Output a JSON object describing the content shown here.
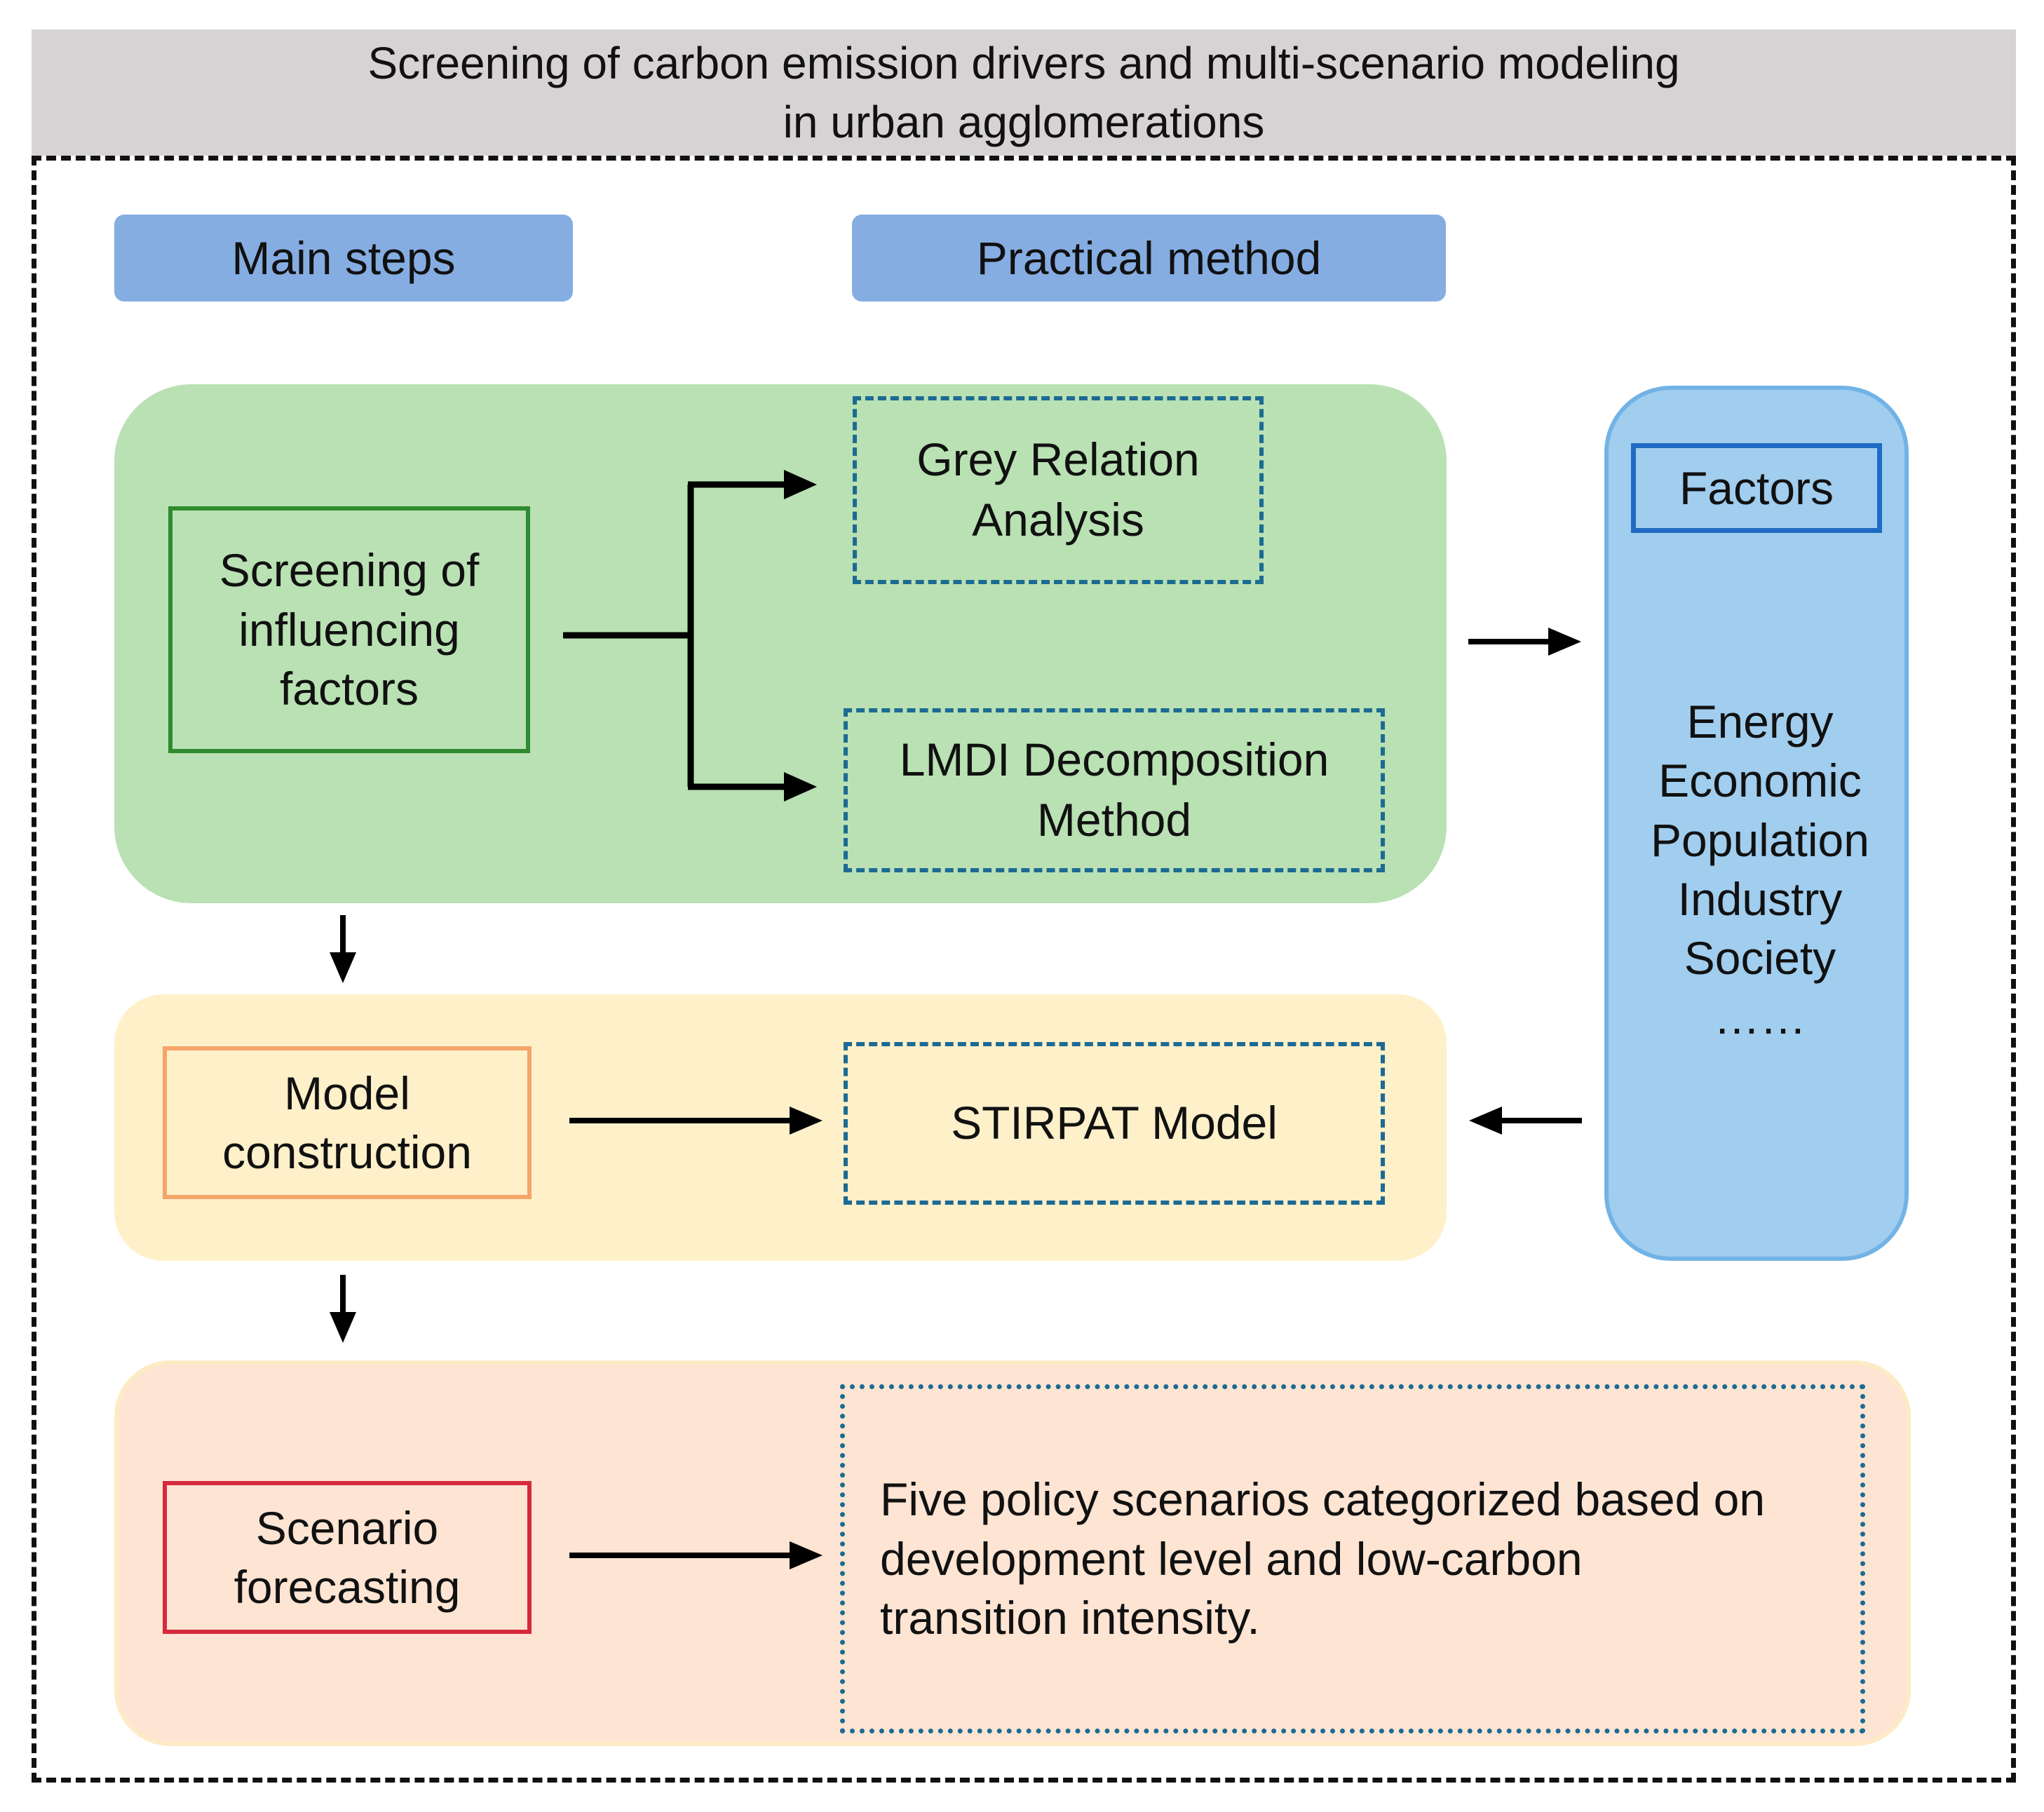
{
  "title": {
    "line1": "Screening of carbon emission drivers and multi-scenario modeling",
    "line2": "in urban agglomerations"
  },
  "headers": {
    "main_steps": "Main steps",
    "practical_method": "Practical method"
  },
  "steps": {
    "screening": [
      "Screening of",
      "influencing",
      "factors"
    ],
    "model": [
      "Model",
      "construction"
    ],
    "scenario": [
      "Scenario",
      "forecasting"
    ]
  },
  "methods": {
    "grey": [
      "Grey Relation",
      "Analysis"
    ],
    "lmdi": [
      "LMDI Decomposition",
      "Method"
    ],
    "stirpat": "STIRPAT Model",
    "scenarios": [
      "Five policy scenarios categorized based on",
      "development level and low-carbon",
      "transition intensity."
    ]
  },
  "factors": {
    "title": "Factors",
    "items": [
      "Energy",
      "Economic",
      "Population",
      "Industry",
      "Society",
      "……"
    ]
  },
  "colors": {
    "green_panel": "#b9e1b3",
    "yellow_panel": "#fef0c9",
    "peach_panel": "#fde4d3",
    "blue_panel": "#a1cdee",
    "header_blue": "#85ade2",
    "screening_border": "#2e8b2e",
    "model_border": "#f5a46a",
    "scenario_border": "#d62a3c",
    "method_border": "#1d6a93",
    "factors_border": "#1f6bc4"
  }
}
